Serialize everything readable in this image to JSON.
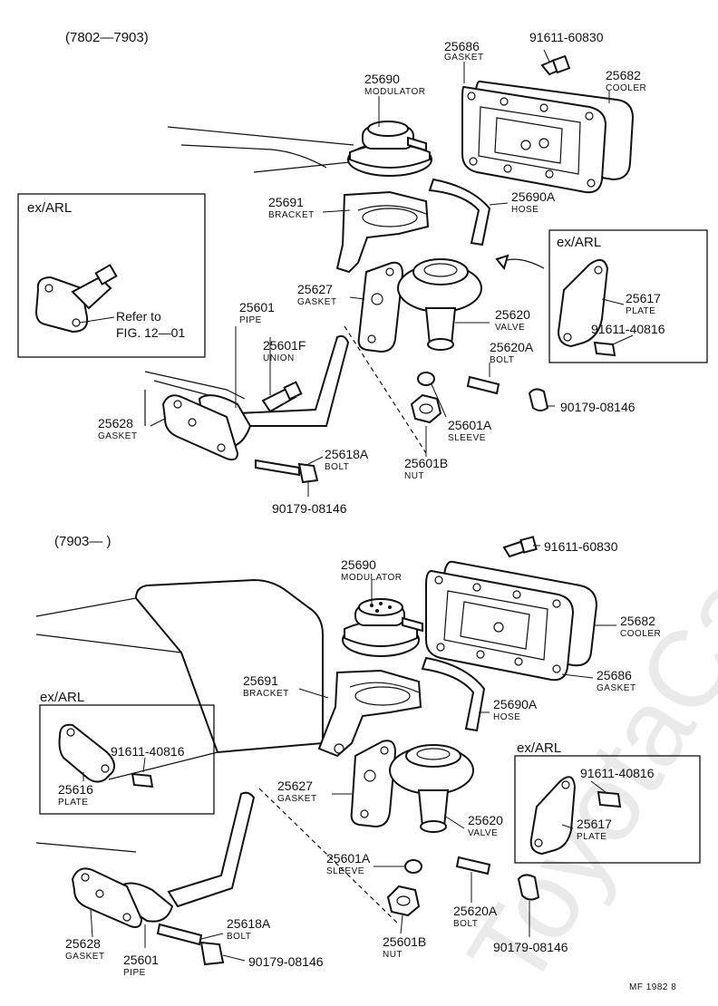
{
  "watermark": "ToyotaCar",
  "footer_code": "MF 1982 8",
  "sections": [
    {
      "period": "(7802—7903)",
      "inset_labels": [
        "ex/ARL",
        "ex/ARL"
      ],
      "refer_text": "Refer to",
      "refer_fig": "FIG. 12—01",
      "callouts": [
        {
          "number": "25686",
          "name": "GASKET"
        },
        {
          "number": "91611-60830",
          "name": ""
        },
        {
          "number": "25682",
          "name": "COOLER"
        },
        {
          "number": "25690",
          "name": "MODULATOR"
        },
        {
          "number": "25691",
          "name": "BRACKET"
        },
        {
          "number": "25690A",
          "name": "HOSE"
        },
        {
          "number": "25627",
          "name": "GASKET"
        },
        {
          "number": "25617",
          "name": "PLATE"
        },
        {
          "number": "91611-40816",
          "name": ""
        },
        {
          "number": "25620",
          "name": "VALVE"
        },
        {
          "number": "25620A",
          "name": "BOLT"
        },
        {
          "number": "25601",
          "name": "PIPE"
        },
        {
          "number": "25601F",
          "name": "UNION"
        },
        {
          "number": "90179-08146",
          "name": ""
        },
        {
          "number": "25601A",
          "name": "SLEEVE"
        },
        {
          "number": "25628",
          "name": "GASKET"
        },
        {
          "number": "25618A",
          "name": "BOLT"
        },
        {
          "number": "25601B",
          "name": "NUT"
        },
        {
          "number": "90179-08146",
          "name": ""
        }
      ]
    },
    {
      "period": "(7903—        )",
      "inset_labels": [
        "ex/ARL",
        "ex/ARL"
      ],
      "callouts": [
        {
          "number": "91611-60830",
          "name": ""
        },
        {
          "number": "25690",
          "name": "MODULATOR"
        },
        {
          "number": "25682",
          "name": "COOLER"
        },
        {
          "number": "25686",
          "name": "GASKET"
        },
        {
          "number": "25691",
          "name": "BRACKET"
        },
        {
          "number": "25690A",
          "name": "HOSE"
        },
        {
          "number": "91611-40816",
          "name": ""
        },
        {
          "number": "25616",
          "name": "PLATE"
        },
        {
          "number": "25627",
          "name": "GASKET"
        },
        {
          "number": "91611-40816",
          "name": ""
        },
        {
          "number": "25620",
          "name": "VALVE"
        },
        {
          "number": "25617",
          "name": "PLATE"
        },
        {
          "number": "25601A",
          "name": "SLEEVE"
        },
        {
          "number": "25618A",
          "name": "BOLT"
        },
        {
          "number": "25620A",
          "name": "BOLT"
        },
        {
          "number": "25628",
          "name": "GASKET"
        },
        {
          "number": "25601",
          "name": "PIPE"
        },
        {
          "number": "90179-08146",
          "name": ""
        },
        {
          "number": "25601B",
          "name": "NUT"
        },
        {
          "number": "90179-08146",
          "name": ""
        }
      ]
    }
  ]
}
